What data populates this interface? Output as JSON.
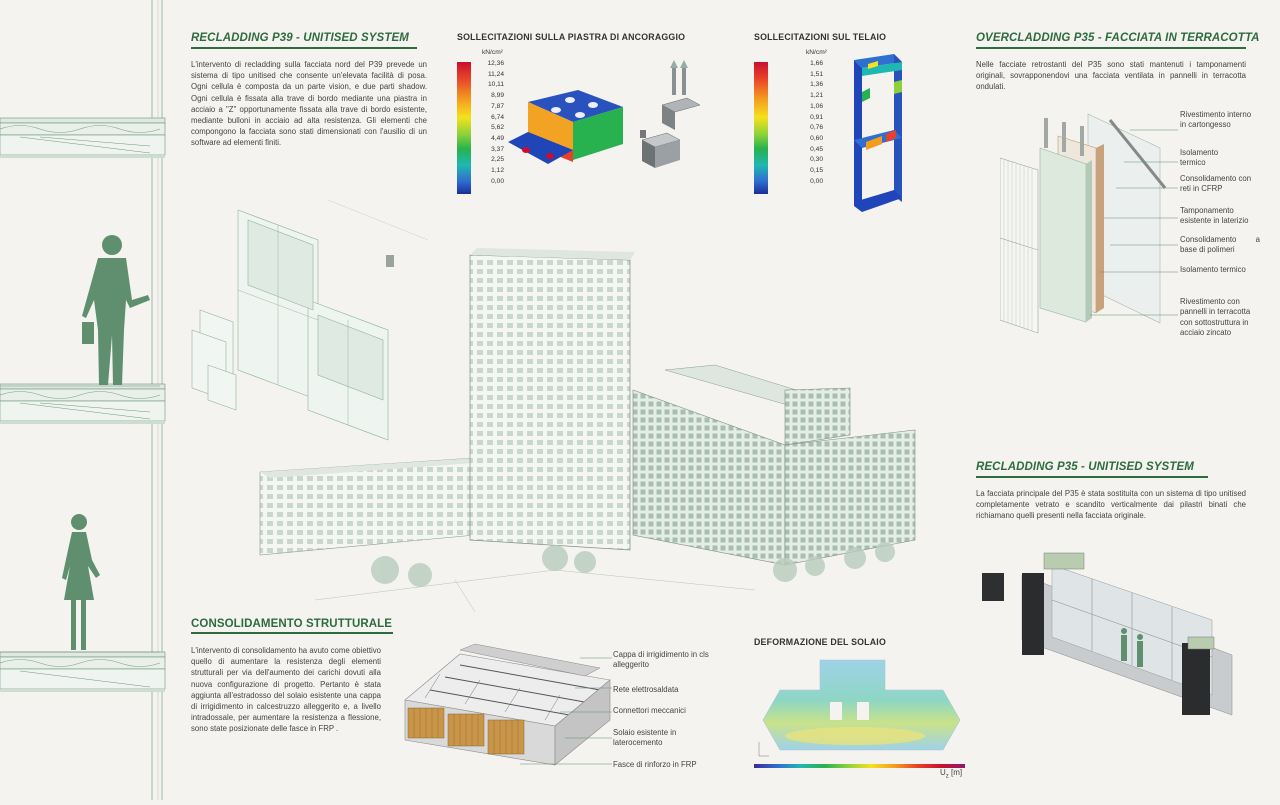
{
  "sections": {
    "recladding_p39": {
      "title": "RECLADDING P39 - UNITISED SYSTEM",
      "text": "L'intervento di recladding sulla facciata nord del P39 prevede un sistema di tipo unitised che consente un'elevata facilità di posa. Ogni cellula è composta da un parte vision, e due parti shadow. Ogni cellula è fissata alla trave di bordo mediante una piastra in acciaio a \"Z\" opportunamente fissata alla trave di bordo esistente, mediante bulloni in acciaio ad alta resistenza. Gli elementi che compongono la facciata sono stati dimensionati con l'ausilio di un software ad elementi finiti."
    },
    "piastra": {
      "title": "SOLLECITAZIONI SULLA PIASTRA DI ANCORAGGIO",
      "unit": "kN/cm²",
      "scale": [
        "12,36",
        "11,24",
        "10,11",
        "8,99",
        "7,87",
        "6,74",
        "5,62",
        "4,49",
        "3,37",
        "2,25",
        "1,12",
        "0,00"
      ]
    },
    "telaio": {
      "title": "SOLLECITAZIONI SUL TELAIO",
      "unit": "kN/cm²",
      "scale": [
        "1,66",
        "1,51",
        "1,36",
        "1,21",
        "1,06",
        "0,91",
        "0,76",
        "0,60",
        "0,45",
        "0,30",
        "0,15",
        "0,00"
      ]
    },
    "overcladding_p35": {
      "title": "OVERCLADDING P35 - FACCIATA IN TERRACOTTA",
      "text": "Nelle facciate retrostanti del P35 sono stati mantenuti i tamponamenti originali, sovrapponendovi una facciata ventilata in pannelli in terracotta ondulati.",
      "labels": [
        "Rivestimento interno in cartongesso",
        "Isolamento termico",
        "Consolidamento con reti in CFRP",
        "Tamponamento esistente in laterizio",
        "Consolidamento a base di polimeri",
        "Isolamento termico",
        "Rivestimento con pannelli in terracotta con sottostruttura in acciaio zincato"
      ]
    },
    "recladding_p35": {
      "title": "RECLADDING P35 - UNITISED SYSTEM",
      "text": "La facciata principale del P35 è stata sostituita con un sistema di tipo unitised completamente vetrato e scandito verticalmente dai pilastri binati che richiamano quelli presenti nella facciata originale."
    },
    "consolidamento": {
      "title": "CONSOLIDAMENTO STRUTTURALE",
      "text": "L'intervento di consolidamento ha avuto come obiettivo quello di aumentare la resistenza degli elementi strutturali per via dell'aumento dei carichi dovuti alla nuova configurazione di progetto. Pertanto è stata aggiunta all'estradosso del solaio esistente una cappa di irrigidimento in calcestruzzo alleggerito e, a livello intradossale, per aumentare la resistenza a flessione, sono state posizionate delle fasce in FRP .",
      "labels": [
        "Cappa di irrigidimento in cls alleggerito",
        "Rete elettrosaldata",
        "Connettori meccanici",
        "Solaio esistente in laterocemento",
        "Fasce di rinforzo in FRP"
      ]
    },
    "deformazione": {
      "title": "DEFORMAZIONE DEL SOLAIO",
      "axis": "U",
      "axis_sub": "z",
      "axis_unit": "[m]"
    }
  },
  "colors": {
    "accent": "#2e6b3f",
    "figure": "#5f8f6e",
    "background": "#f4f3ef"
  }
}
